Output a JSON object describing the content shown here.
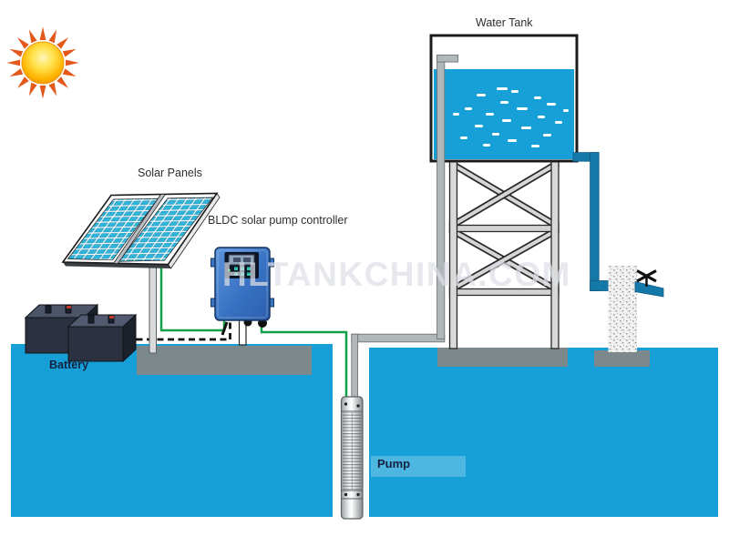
{
  "labels": {
    "solar_panels": "Solar Panels",
    "controller": "BLDC solar pump controller",
    "battery": "Battery",
    "water_tank": "Water Tank",
    "pump": "Pump"
  },
  "watermark": "HLTANKCHINA.COM",
  "icons": {
    "sun": "sun-icon",
    "tap": "tap-valve-icon"
  },
  "colors": {
    "ground_blue": "#17a0d8",
    "tank_water_blue": "#17a0d8",
    "pad_gray": "#7c888b",
    "pipe_gray": "#b2b7ba",
    "wire_green": "#12a14b",
    "cable_black": "#111111",
    "tap_pipe_blue": "#1478a8",
    "controller_blue": "#3b76c4",
    "panel_cell_blue": "#2fb5da",
    "sun_ray_orange": "#e4581b",
    "battery_dark": "#2b3140",
    "label_strip_blue": "#4db7e2",
    "structure_gray": "#d9d9d9"
  }
}
